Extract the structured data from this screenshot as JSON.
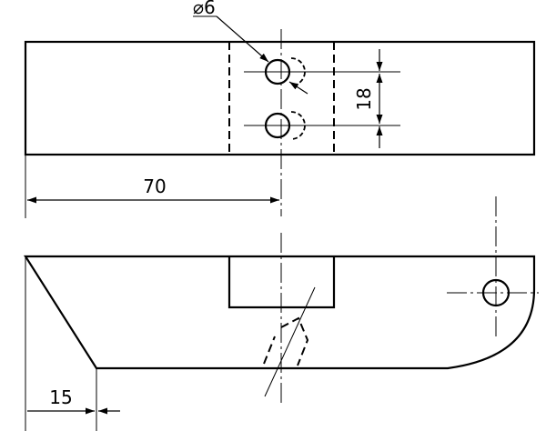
{
  "drawing": {
    "dimensions": {
      "hole_diameter": "⌀6",
      "hole_spacing": "18",
      "length_to_hole": "70",
      "chamfer_length": "15"
    },
    "line_color": "#000000",
    "background": "#ffffff"
  }
}
